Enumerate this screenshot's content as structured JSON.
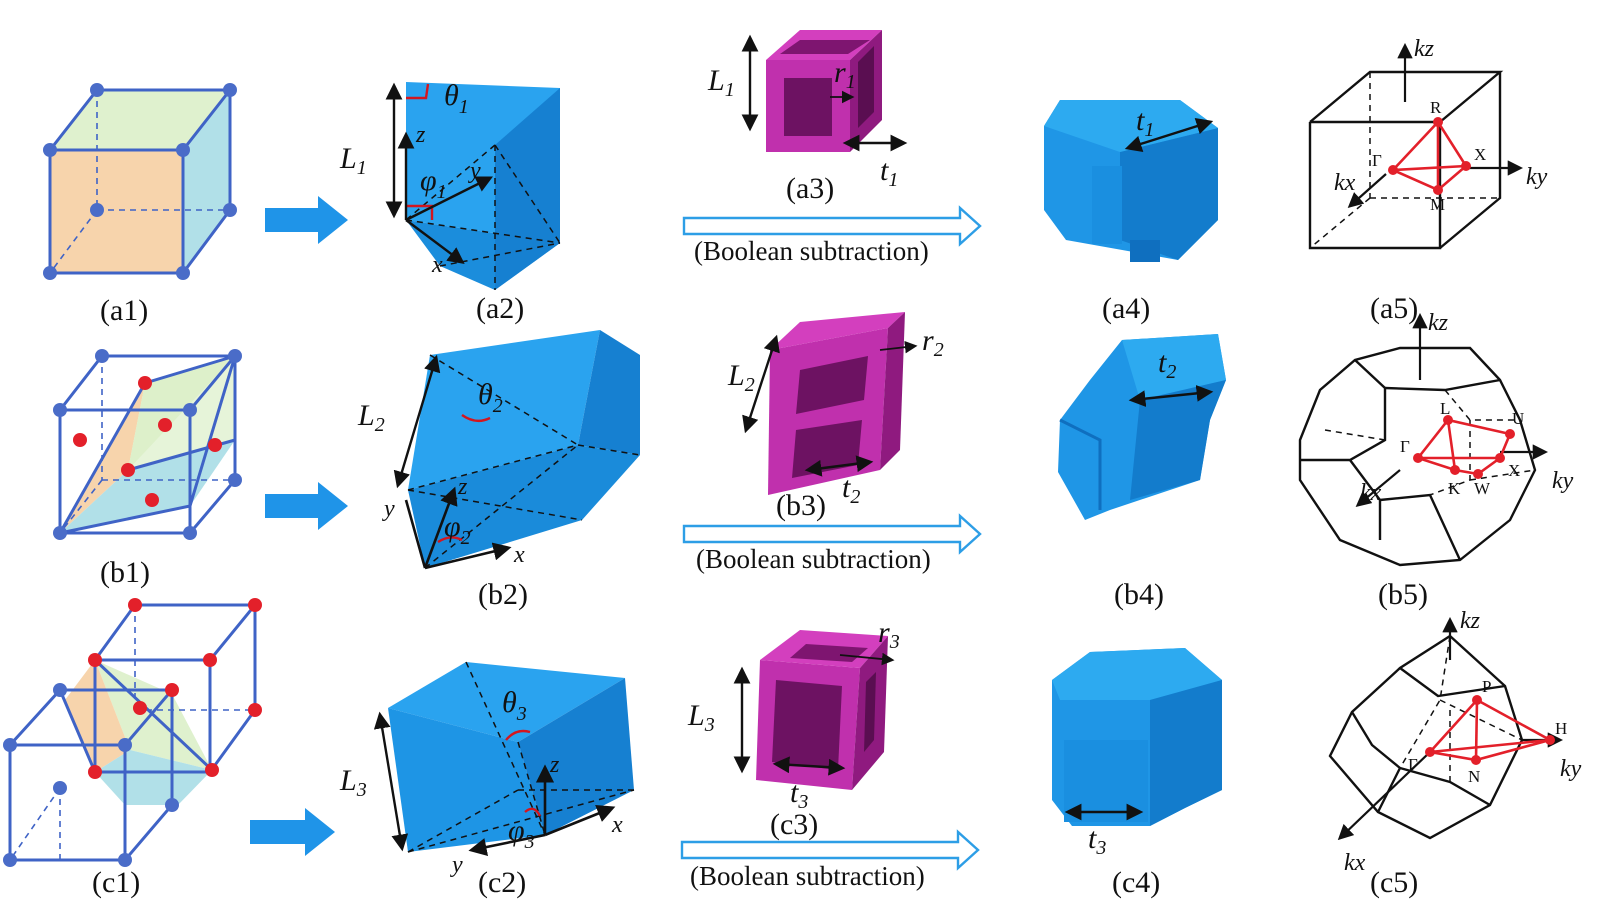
{
  "panels": {
    "a1": "(a1)",
    "a2": "(a2)",
    "a3": "(a3)",
    "a4": "(a4)",
    "a5": "(a5)",
    "b1": "(b1)",
    "b2": "(b2)",
    "b3": "(b3)",
    "b4": "(b4)",
    "b5": "(b5)",
    "c1": "(c1)",
    "c2": "(c2)",
    "c3": "(c3)",
    "c4": "(c4)",
    "c5": "(c5)"
  },
  "operation_label": "(Boolean subtraction)",
  "symbols": {
    "L": "L",
    "theta": "θ",
    "phi": "φ",
    "r": "r",
    "t": "t",
    "x": "x",
    "y": "y",
    "z": "z",
    "idx1": "1",
    "idx2": "2",
    "idx3": "3"
  },
  "brillouin": {
    "kx": "kx",
    "ky": "ky",
    "kz": "kz",
    "sc_points": [
      "R",
      "Γ",
      "X",
      "M"
    ],
    "fcc_points": [
      "L",
      "U",
      "Γ",
      "X",
      "K",
      "W"
    ],
    "bcc_points": [
      "P",
      "H",
      "Γ",
      "N"
    ]
  },
  "colors": {
    "lattice_edge": "#3f63c6",
    "lattice_node_blue": "#4a6cc8",
    "lattice_node_red": "#e3202a",
    "face_orange": "#f6cfa3",
    "face_green": "#dcf0c9",
    "face_cyan": "#a9dde6",
    "cell_blue": "#1d94e3",
    "frame_magenta": "#b2249f",
    "arrow_blue": "#1f94e8",
    "bz_path": "#e3202a"
  }
}
